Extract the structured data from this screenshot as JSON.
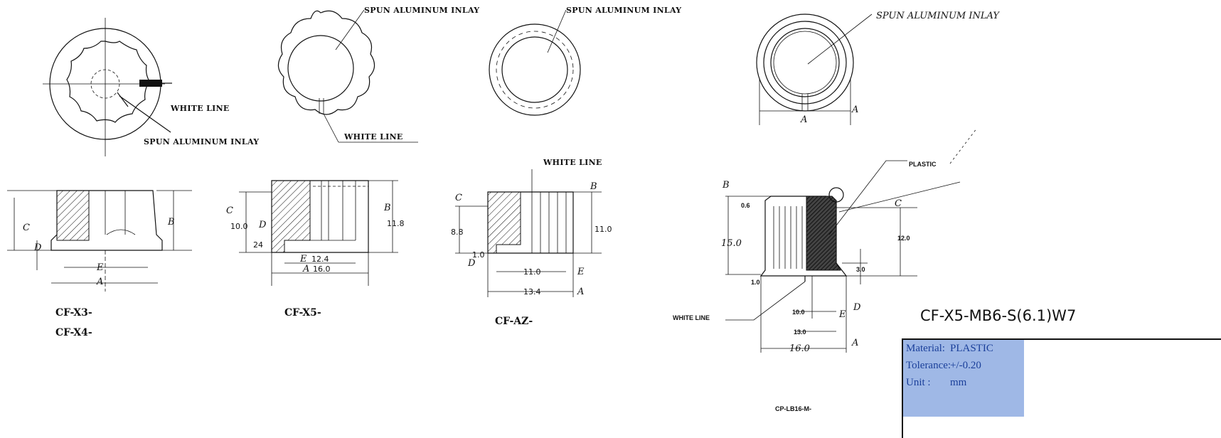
{
  "labels": {
    "spun_aluminum_inlay": "SPUN ALUMINUM INLAY",
    "spun_aluminum_inlay_hand": "SPUN ALUMINUM INLAY",
    "white_line": "WHITE LINE",
    "white_line_sans": "WHITE LINE",
    "plastic": "PLASTIC"
  },
  "models": {
    "x3": "CF-X3-",
    "x4": "CF-X4-",
    "x5": "CF-X5-",
    "az": "CF-AZ-",
    "lb16": "CP-LB16-M-"
  },
  "dims": {
    "a": "A",
    "b": "B",
    "c": "C",
    "d": "D",
    "e": "E",
    "x5_c": "10.0",
    "x5_d": "24",
    "x5_e": "12.4",
    "x5_a": "16.0",
    "x5_b": "11.8",
    "az_c": "8.8",
    "az_d": "1.0",
    "az_e": "11.0",
    "az_a": "13.4",
    "az_b": "11.0",
    "lb_b": "0.6",
    "lb_h": "15.0",
    "lb_1": "1.0",
    "lb_c": "12.0",
    "lb_d": "3.0",
    "lb_e": "10.0",
    "lb_13": "13.0",
    "lb_a": "16.0"
  },
  "part": {
    "title": "CF-X5-MB6-S(6.1)W7",
    "rows": [
      {
        "key": "Material:",
        "value": "PLASTIC"
      },
      {
        "key": "Tolerance:",
        "value": "+/-0.20"
      },
      {
        "key": "Unit  :",
        "value": "mm"
      }
    ],
    "accent_color": "#9fb8e6"
  }
}
